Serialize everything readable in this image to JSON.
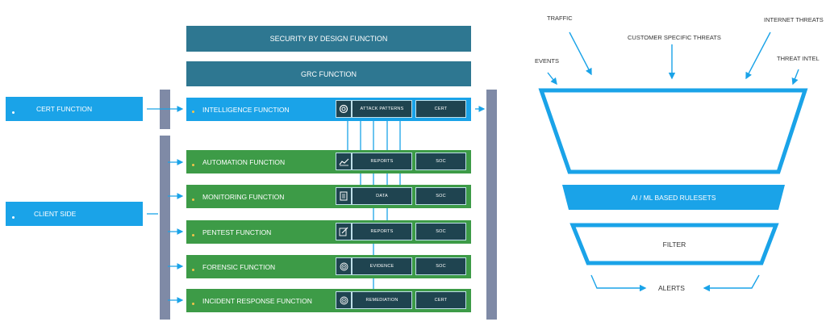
{
  "top": {
    "security_by_design": "SECURITY BY DESIGN FUNCTION",
    "grc": "GRC FUNCTION"
  },
  "left": {
    "cert_function": "CERT FUNCTION",
    "client_side": "CLIENT SIDE"
  },
  "functions": [
    {
      "label": "INTELLIGENCE FUNCTION",
      "icon": "attack-patterns-icon",
      "box": "ATTACK PATTERNS",
      "right": "CERT"
    },
    {
      "label": "AUTOMATION FUNCTION",
      "icon": "line-chart-icon",
      "box": "REPORTS",
      "right": "SOC"
    },
    {
      "label": "MONITORING FUNCTION",
      "icon": "document-icon",
      "box": "DATA",
      "right": "SOC"
    },
    {
      "label": "PENTEST FUNCTION",
      "icon": "signature-icon",
      "box": "REPORTS",
      "right": "SOC"
    },
    {
      "label": "FORENSIC FUNCTION",
      "icon": "fingerprint-icon",
      "box": "EVIDENCE",
      "right": "SOC"
    },
    {
      "label": "INCIDENT RESPONSE FUNCTION",
      "icon": "fingerprint-icon",
      "box": "REMEDIATION",
      "right": "CERT"
    }
  ],
  "funnel": {
    "inputs": {
      "traffic": "TRAFFIC",
      "internet_threats": "INTERNET THREATS",
      "customer_specific_threats": "CUSTOMER SPECIFIC THREATS",
      "events": "EVENTS",
      "threat_intel": "THREAT INTEL"
    },
    "rulesets": "AI / ML BASED RULESETS",
    "filter": "FILTER",
    "alerts": "ALERTS"
  },
  "colors": {
    "teal": "#2e7791",
    "blue": "#1aa3e8",
    "green": "#3d9b47",
    "dark": "#1f4450",
    "side_bar": "#7f8aa6"
  }
}
